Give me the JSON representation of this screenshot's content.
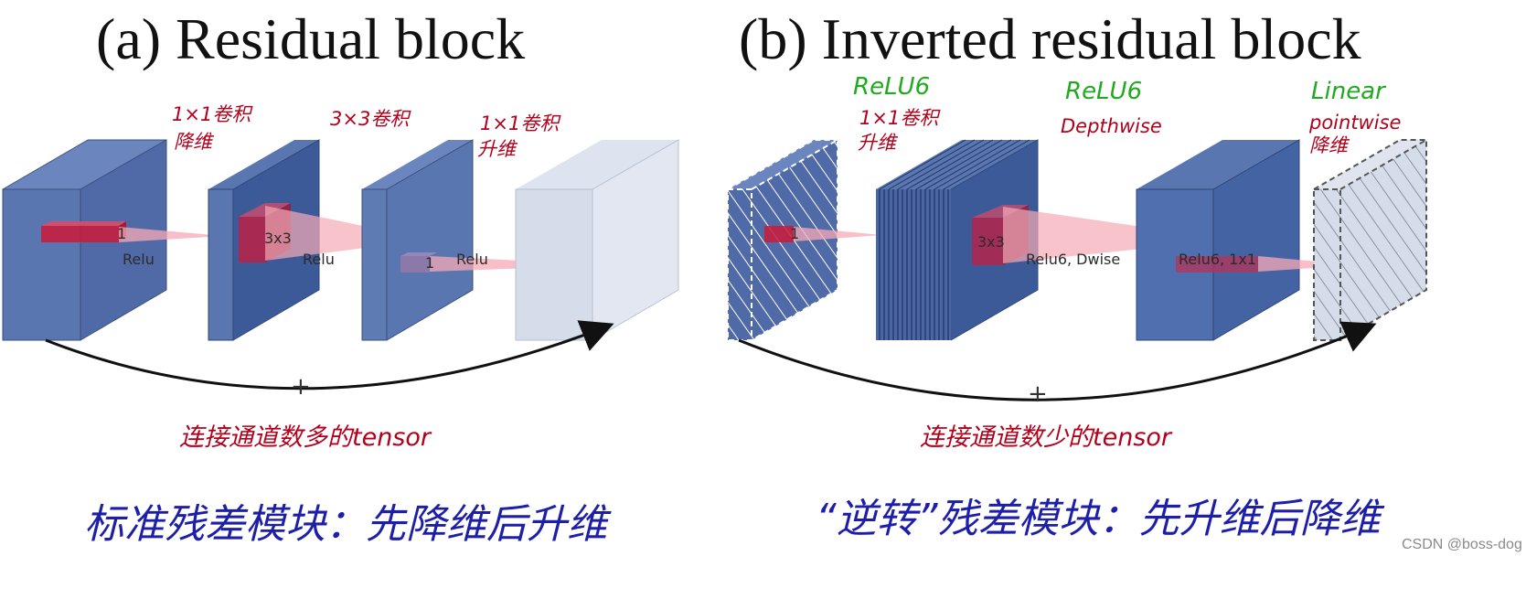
{
  "panel_a": {
    "title": "(a) Residual block",
    "notes": {
      "conv1": "1×1卷积",
      "conv1_sub": "降维",
      "conv2": "3×3卷积",
      "conv3": "1×1卷积",
      "conv3_sub": "升维"
    },
    "labels": {
      "relu1": "Relu",
      "relu2": "Relu",
      "relu3": "Relu",
      "k3": "3x3",
      "k1a": "1",
      "k1b": "1"
    },
    "plus": "+",
    "caption": "连接通道数多的tensor",
    "summary": "标准残差模块：先降维后升维"
  },
  "panel_b": {
    "title": "(b) Inverted residual block",
    "activations": {
      "a1": "ReLU6",
      "a2": "ReLU6",
      "a3": "Linear"
    },
    "notes": {
      "conv1": "1×1卷积",
      "conv1_sub": "升维",
      "depthwise": "Depthwise",
      "pointwise": "pointwise",
      "pointwise_sub": "降维"
    },
    "labels": {
      "k1": "1",
      "k3": "3x3",
      "relu_dwise": "Relu6, Dwise",
      "relu_1x1": "Relu6, 1x1"
    },
    "plus": "+",
    "caption": "连接通道数少的tensor",
    "summary": "“逆转”残差模块：先升维后降维"
  },
  "watermark": "CSDN @boss-dog",
  "colors": {
    "block_blue": "#5a76b0",
    "block_dark": "#3d5a98",
    "block_light": "#d5dcea",
    "kernel_red": "#cc1a3a",
    "cone_pink": "#f7a9b7",
    "note_red": "#b3001b",
    "note_green": "#1faa1f",
    "summary_blue": "#1d1fa8"
  }
}
